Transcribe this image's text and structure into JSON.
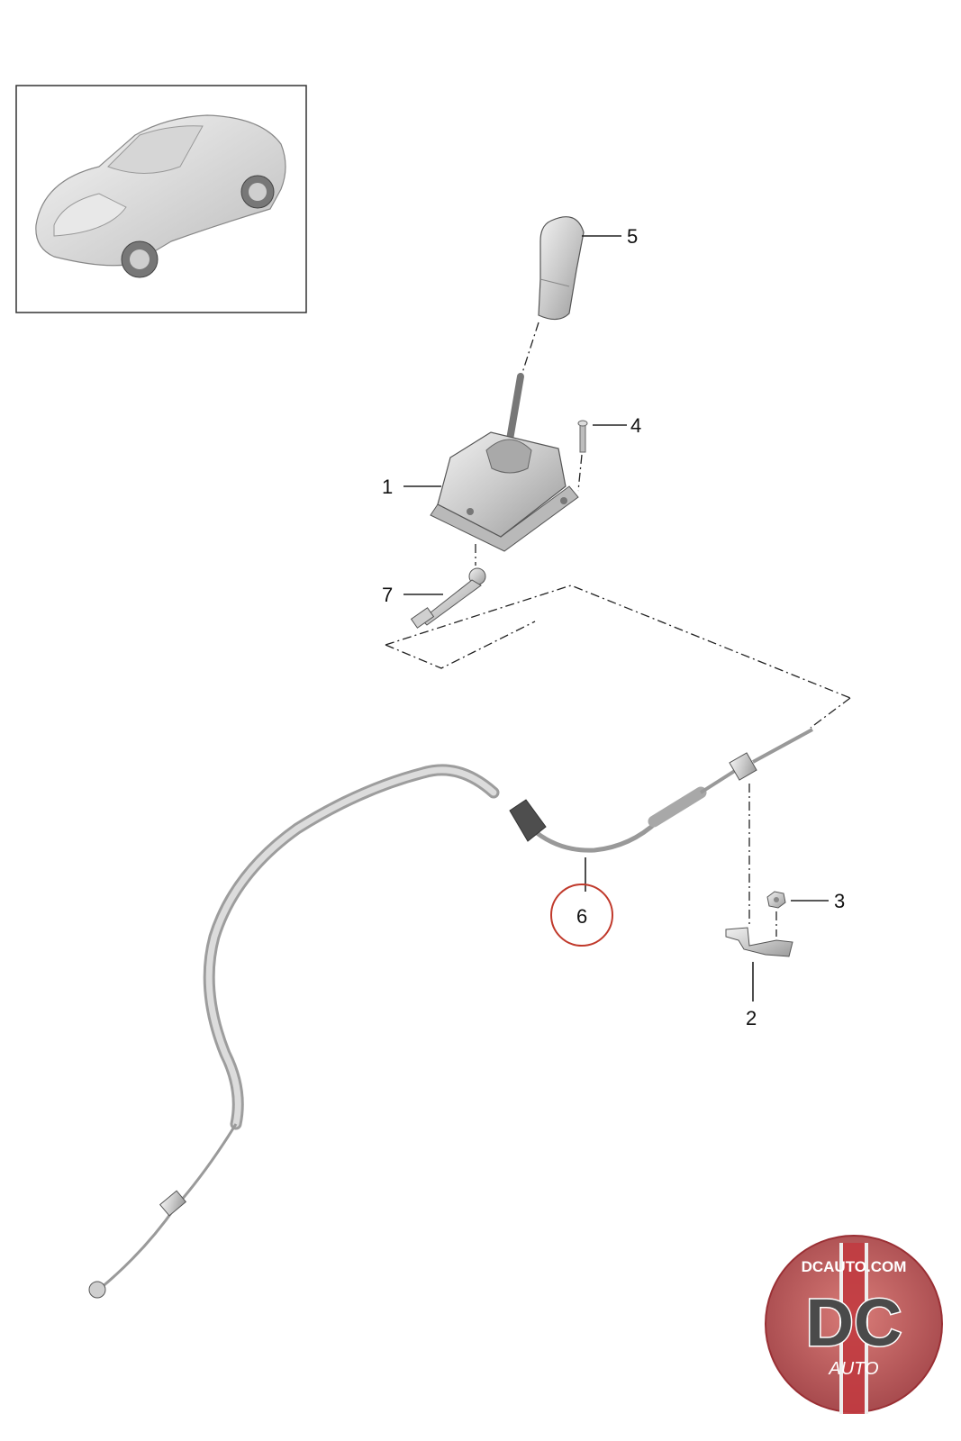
{
  "callouts": [
    {
      "id": "1",
      "label": "1"
    },
    {
      "id": "2",
      "label": "2"
    },
    {
      "id": "3",
      "label": "3"
    },
    {
      "id": "4",
      "label": "4"
    },
    {
      "id": "5",
      "label": "5"
    },
    {
      "id": "6",
      "label": "6",
      "highlighted": true
    },
    {
      "id": "7",
      "label": "7"
    }
  ],
  "logo": {
    "text_top": "DCAUTO.COM",
    "monogram": "DC",
    "text_bottom": "AUTO"
  },
  "colors": {
    "highlight_circle": "#c0392b",
    "logo_red": "#b8353a",
    "part_gray": "#c8c8c8"
  }
}
